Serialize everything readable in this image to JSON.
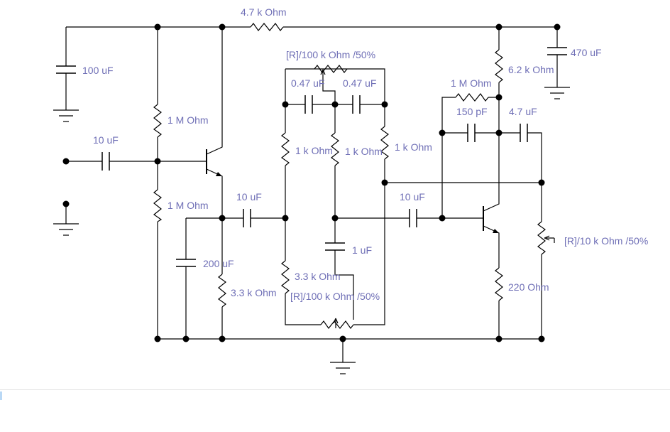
{
  "colors": {
    "wire": "#000000",
    "label": "#6f6fb6",
    "background": "#ffffff"
  },
  "labels": {
    "r_top": "4.7 k Ohm",
    "c_supply_left": "100 uF",
    "r_bias_upper": "1 M Ohm",
    "c_input": "10 uF",
    "r_bias_lower": "1 M Ohm",
    "c_stage1_out": "10 uF",
    "c_emitter1": "200 uF",
    "r_emitter1": "3.3 k Ohm",
    "pot_top": "[R]/100 k Ohm /50%",
    "c_tone_left": "0.47 uF",
    "c_tone_right": "0.47 uF",
    "r_tone_left": "1 k Ohm",
    "r_tone_mid": "1 k Ohm",
    "r_tone_right": "1 k Ohm",
    "c_tone_mid": "1 uF",
    "r_tone_lower": "3.3 k Ohm",
    "pot_bottom": "[R]/100 k Ohm /50%",
    "c_supply_right": "470 uF",
    "r_collector2": "6.2 k Ohm",
    "r_feedback": "1 M Ohm",
    "c_feedback": "150 pF",
    "c_output": "4.7 uF",
    "c_stage2_in": "10 uF",
    "pot_output": "[R]/10 k Ohm /50%",
    "r_emitter2": "220  Ohm"
  }
}
